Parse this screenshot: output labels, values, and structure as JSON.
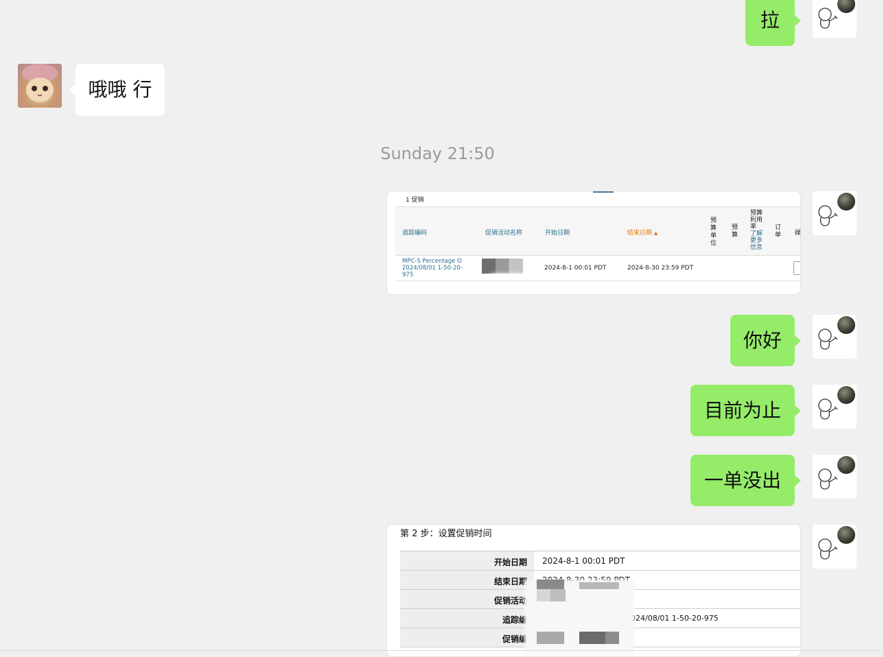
{
  "messages": {
    "m1": "拉",
    "m2": "哦哦 行",
    "m3": "你好",
    "m4": "目前为止",
    "m5": "一单没出"
  },
  "timestamp": "Sunday 21:50",
  "screenshot1": {
    "section_title": "1 促销",
    "headers": {
      "tracking_id": "追踪编码",
      "promo_name": "促销活动名称",
      "start_date": "开始日期",
      "end_date": "结束日期",
      "end_sort": "▲",
      "budget_unit": "预算单位",
      "budget": "预算",
      "budget_usage": "预算利用率",
      "learn_more": "了解更多信息",
      "orders": "订单",
      "action": "操"
    },
    "row": {
      "tracking": "MPC-S Percentage O 2024/08/01 1-50-20-975",
      "start": "2024-8-1 00:01 PDT",
      "end": "2024-8-30 23:59 PDT"
    }
  },
  "screenshot2": {
    "step_title": "第 2 步：设置促销时间",
    "rows": [
      {
        "label": "开始日期",
        "value": "2024-8-1  00:01  PDT"
      },
      {
        "label": "结束日期",
        "value": "2024-8-30  23:59  PDT"
      },
      {
        "label": "促销活动",
        "value": ""
      },
      {
        "label": "追踪编",
        "value": "2024/08/01 1-50-20-975"
      },
      {
        "label": "促销编",
        "value": ""
      }
    ]
  },
  "colors": {
    "my_bubble": "#95ec69",
    "other_bubble": "#ffffff",
    "background": "#f0f0f0"
  }
}
